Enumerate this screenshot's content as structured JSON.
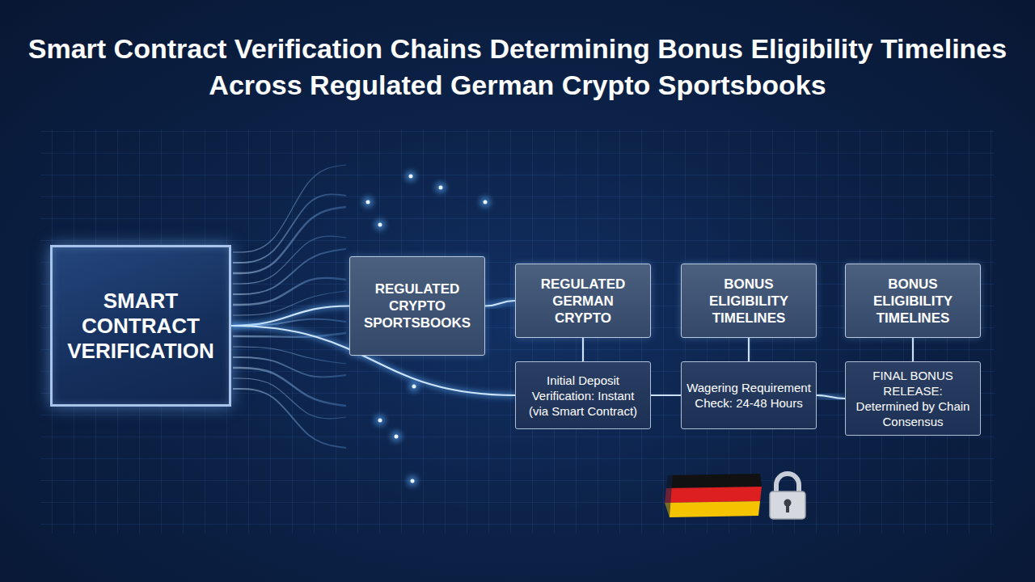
{
  "diagram": {
    "title": "Smart Contract Verification Chains Determining Bonus Eligibility Timelines Across Regulated German Crypto Sportsbooks",
    "nodes": [
      {
        "text": [
          "SMART CONTRACT VERIFICATION"
        ]
      },
      {
        "text": [
          "REGULATED CRYPTO SPORTSBOOKS"
        ]
      },
      {
        "text": [
          "REGULATED GERMAN CRYPTO"
        ]
      },
      {
        "text": [
          "BONUS ELIGIBILITY TIMELINES"
        ]
      },
      {
        "text": [
          "BONUS ELIGIBILITY TIMELINES"
        ]
      },
      {
        "text": [
          "Initial Deposit Verification: Instant (via Smart Contract)"
        ]
      },
      {
        "text": [
          "Wagering Requirement Check: 24-48 Hours"
        ]
      },
      {
        "text": [
          "FINAL BONUS RELEASE: Determined by Chain Consensus"
        ]
      }
    ],
    "edges": [
      {
        "from": 0,
        "to": 1,
        "arrow": "none"
      },
      {
        "from": 0,
        "to": 5,
        "arrow": "none"
      },
      {
        "from": 1,
        "to": 2,
        "arrow": "none"
      },
      {
        "from": 2,
        "to": 5,
        "arrow": "none"
      },
      {
        "from": 3,
        "to": 6,
        "arrow": "none"
      },
      {
        "from": 4,
        "to": 7,
        "arrow": "none"
      },
      {
        "from": 5,
        "to": 6,
        "arrow": "none"
      },
      {
        "from": 6,
        "to": 7,
        "arrow": "none"
      }
    ]
  }
}
